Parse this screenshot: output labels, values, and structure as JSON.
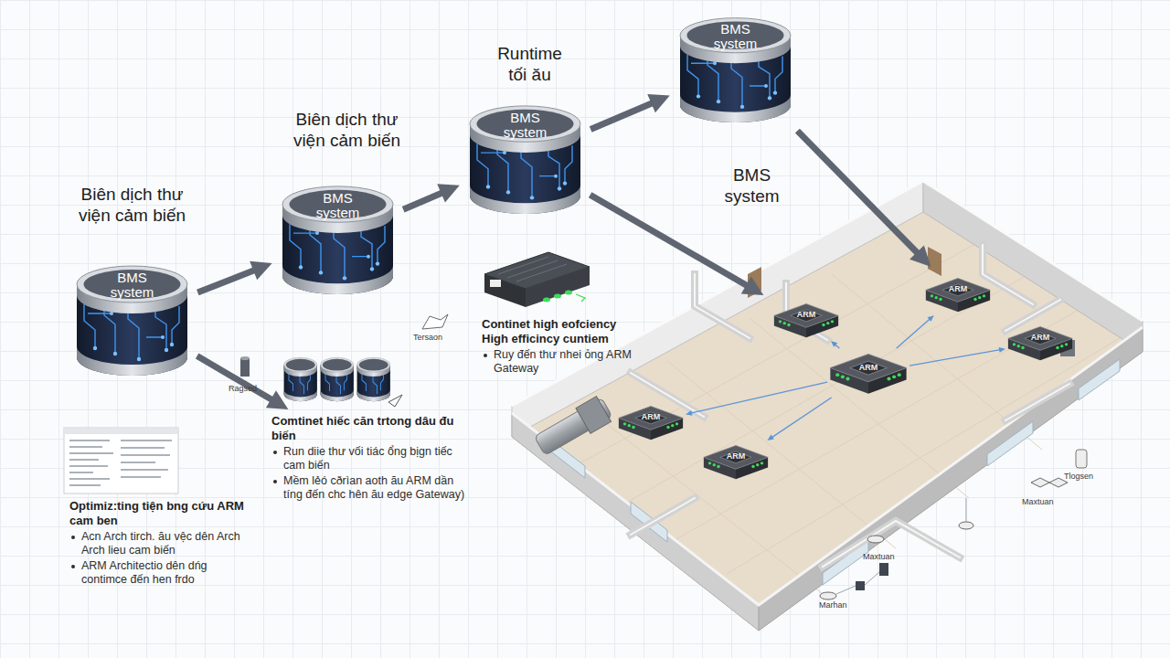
{
  "diagram": {
    "nodes": [
      {
        "text": [
          "Biên dịch thư viện cảm biến",
          "BMS system"
        ]
      },
      {
        "text": [
          "Biên dịch thư viện cảm biến",
          "BMS system"
        ]
      },
      {
        "text": [
          "Runtime tối ău",
          "BMS system"
        ]
      },
      {
        "text": [
          "BMS system",
          "BMS system"
        ]
      },
      {
        "text": [
          "Continet high eofciency High efficincy cuntiem",
          "Ruy đến thư nhei ỏng ARM Gateway"
        ]
      },
      {
        "text": [
          "Comtinet hiếc căn trtong dâu đu biến",
          "Run diie thư vối tiác ổng bịgn tiếc cam biến",
          "Mềm lẻó cðrìan aoth ău ARM dần tíng đến chc hên ău edge Gateway)"
        ]
      },
      {
        "text": [
          "Optimiz:ting tiện bng cứu ARM cam ben",
          "Acn Arch tirch. ău vệc dên Arch Arch lieu cam biến",
          "ARM Architectio dên dńg contimce đến hen frdo"
        ]
      },
      {
        "text": [
          "ARM"
        ]
      },
      {
        "text": [
          "ARM"
        ]
      },
      {
        "text": [
          "ARM"
        ]
      },
      {
        "text": [
          "ARM"
        ]
      },
      {
        "text": [
          "ARM"
        ]
      },
      {
        "text": [
          "ARM"
        ]
      }
    ],
    "edges": [
      {
        "from": 0,
        "to": 1,
        "arrow": "to"
      },
      {
        "from": 1,
        "to": 2,
        "arrow": "to"
      },
      {
        "from": 2,
        "to": 3,
        "arrow": "to"
      },
      {
        "from": 3,
        "to": 8,
        "arrow": "to"
      },
      {
        "from": 2,
        "to": 7,
        "arrow": "to"
      },
      {
        "from": 0,
        "to": 5,
        "arrow": "to"
      },
      {
        "from": 10,
        "to": 7,
        "arrow": "to"
      },
      {
        "from": 10,
        "to": 8,
        "arrow": "to"
      },
      {
        "from": 10,
        "to": 9,
        "arrow": "to"
      },
      {
        "from": 10,
        "to": 11,
        "arrow": "to"
      },
      {
        "from": 10,
        "to": 12,
        "arrow": "to"
      }
    ],
    "labels": [
      "Tersaon",
      "Ragsed",
      "Tlogsen",
      "Maxtuan",
      "Maxtuan",
      "Marhan"
    ]
  }
}
